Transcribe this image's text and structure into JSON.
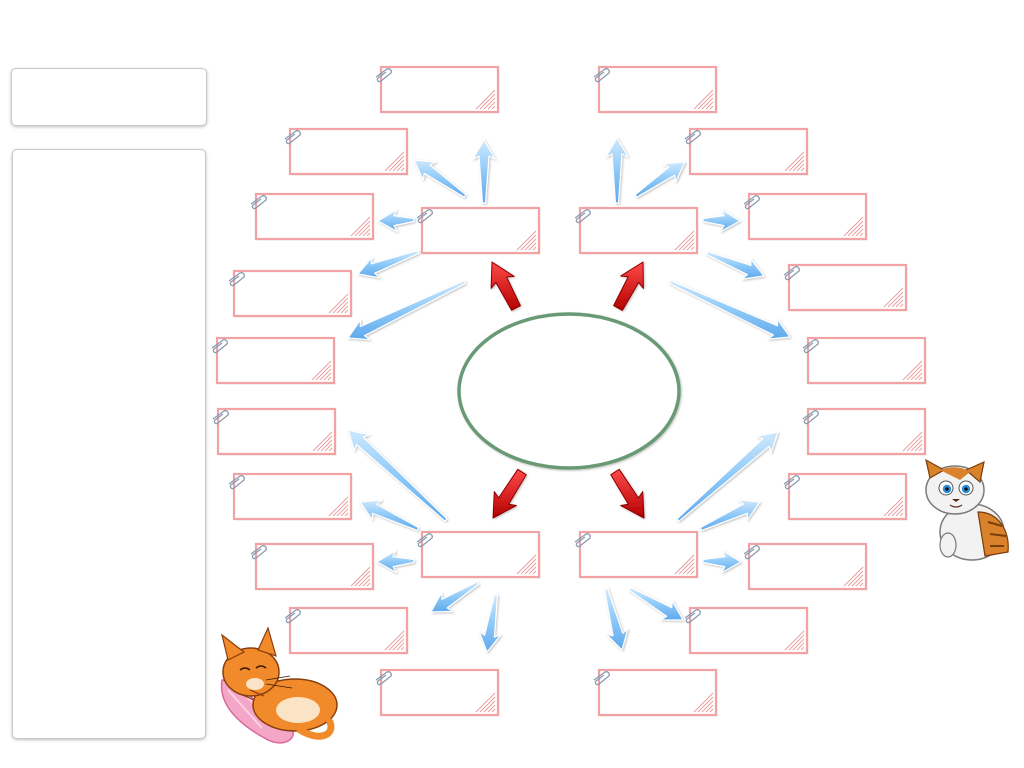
{
  "diagram": {
    "center_label": "",
    "colors": {
      "box_border": "#f2a2a2",
      "box_hatch": "#e89a9a",
      "blue_arrow": "#8ec9f8",
      "red_arrow": "#d90f0f",
      "ellipse_border": "#6a9a74"
    },
    "icons": [
      "paperclip-icon",
      "sleeping-cat-illustration",
      "sitting-cat-illustration"
    ],
    "inner_boxes": [
      {
        "id": "top-left",
        "label": ""
      },
      {
        "id": "top-right",
        "label": ""
      },
      {
        "id": "bottom-left",
        "label": ""
      },
      {
        "id": "bottom-right",
        "label": ""
      }
    ],
    "outer_boxes": [
      {
        "id": "ul-1",
        "label": ""
      },
      {
        "id": "ul-2",
        "label": ""
      },
      {
        "id": "ul-3",
        "label": ""
      },
      {
        "id": "ul-4",
        "label": ""
      },
      {
        "id": "ul-5",
        "label": ""
      },
      {
        "id": "ur-1",
        "label": ""
      },
      {
        "id": "ur-2",
        "label": ""
      },
      {
        "id": "ur-3",
        "label": ""
      },
      {
        "id": "ur-4",
        "label": ""
      },
      {
        "id": "ur-5",
        "label": ""
      },
      {
        "id": "ll-1",
        "label": ""
      },
      {
        "id": "ll-2",
        "label": ""
      },
      {
        "id": "ll-3",
        "label": ""
      },
      {
        "id": "ll-4",
        "label": ""
      },
      {
        "id": "ll-5",
        "label": ""
      },
      {
        "id": "lr-1",
        "label": ""
      },
      {
        "id": "lr-2",
        "label": ""
      },
      {
        "id": "lr-3",
        "label": ""
      },
      {
        "id": "lr-4",
        "label": ""
      },
      {
        "id": "lr-5",
        "label": ""
      }
    ]
  },
  "sidebar": {
    "title_value": "",
    "list_value": ""
  }
}
